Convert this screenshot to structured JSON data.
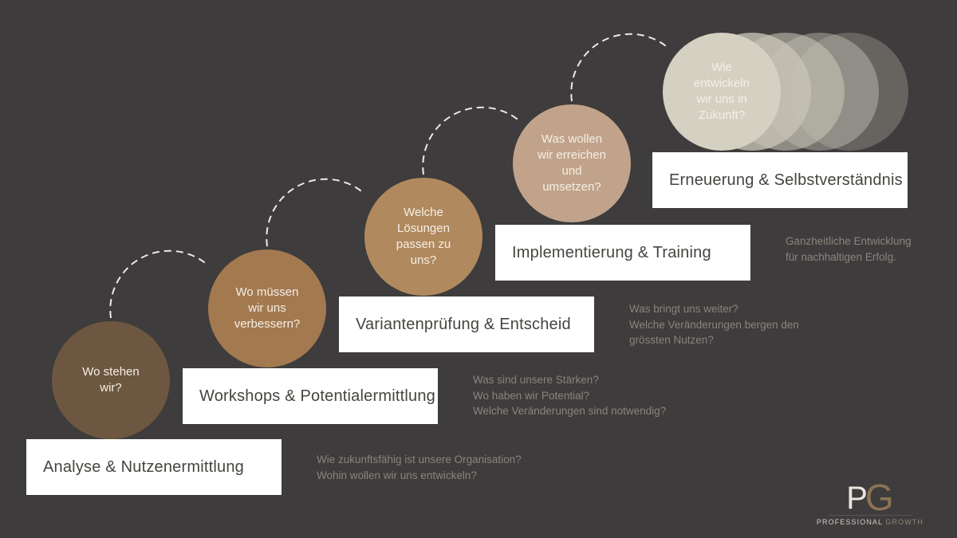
{
  "slide": {
    "palette": {
      "background": "#3e3c3c",
      "box_background": "#ffffff",
      "box_text": "#474440",
      "note_text": "#8a857e",
      "circle_text": "#f5efe5",
      "arc_stroke": "#edebe5",
      "ghost_circle": "#c8c4b7",
      "logo_p": "#eae6de",
      "logo_g": "#8c7355",
      "logo_word_secondary": "#8f887b"
    }
  },
  "stages": [
    {
      "question": "Wo stehen wir?",
      "label": "Analyse & Nutzenermittlung",
      "circle_color": "#6d5740",
      "notes": [
        "Wie zukunftsfähig ist unsere Organisation?",
        "Wohin wollen wir uns entwickeln?"
      ]
    },
    {
      "question": "Wo müssen wir uns verbessern?",
      "label": "Workshops & Potentialermittlung",
      "circle_color": "#a37950",
      "notes": [
        "Was sind unsere Stärken?",
        "Wo haben wir Potential?",
        "Welche Veränderungen sind notwendig?"
      ]
    },
    {
      "question": "Welche Lösungen passen zu uns?",
      "label": "Variantenprüfung & Entscheid",
      "circle_color": "#b1895f",
      "notes": [
        "Was bringt uns weiter?",
        "Welche Veränderungen bergen den",
        "grössten Nutzen?"
      ]
    },
    {
      "question": "Was wollen wir erreichen und umsetzen?",
      "label": "Implementierung & Training",
      "circle_color": "#c1a38b",
      "notes": [
        "Ganzheitliche Entwicklung",
        "für nachhaltigen Erfolg."
      ]
    },
    {
      "question": "Wie entwickeln wir uns in Zukunft?",
      "label": "Erneuerung & Selbstverständnis",
      "circle_color": "#d4d0c2",
      "notes": []
    }
  ],
  "logo": {
    "monogram_p": "P",
    "monogram_g": "G",
    "word_primary": "PROFESSIONAL",
    "word_secondary": "GROWTH"
  }
}
